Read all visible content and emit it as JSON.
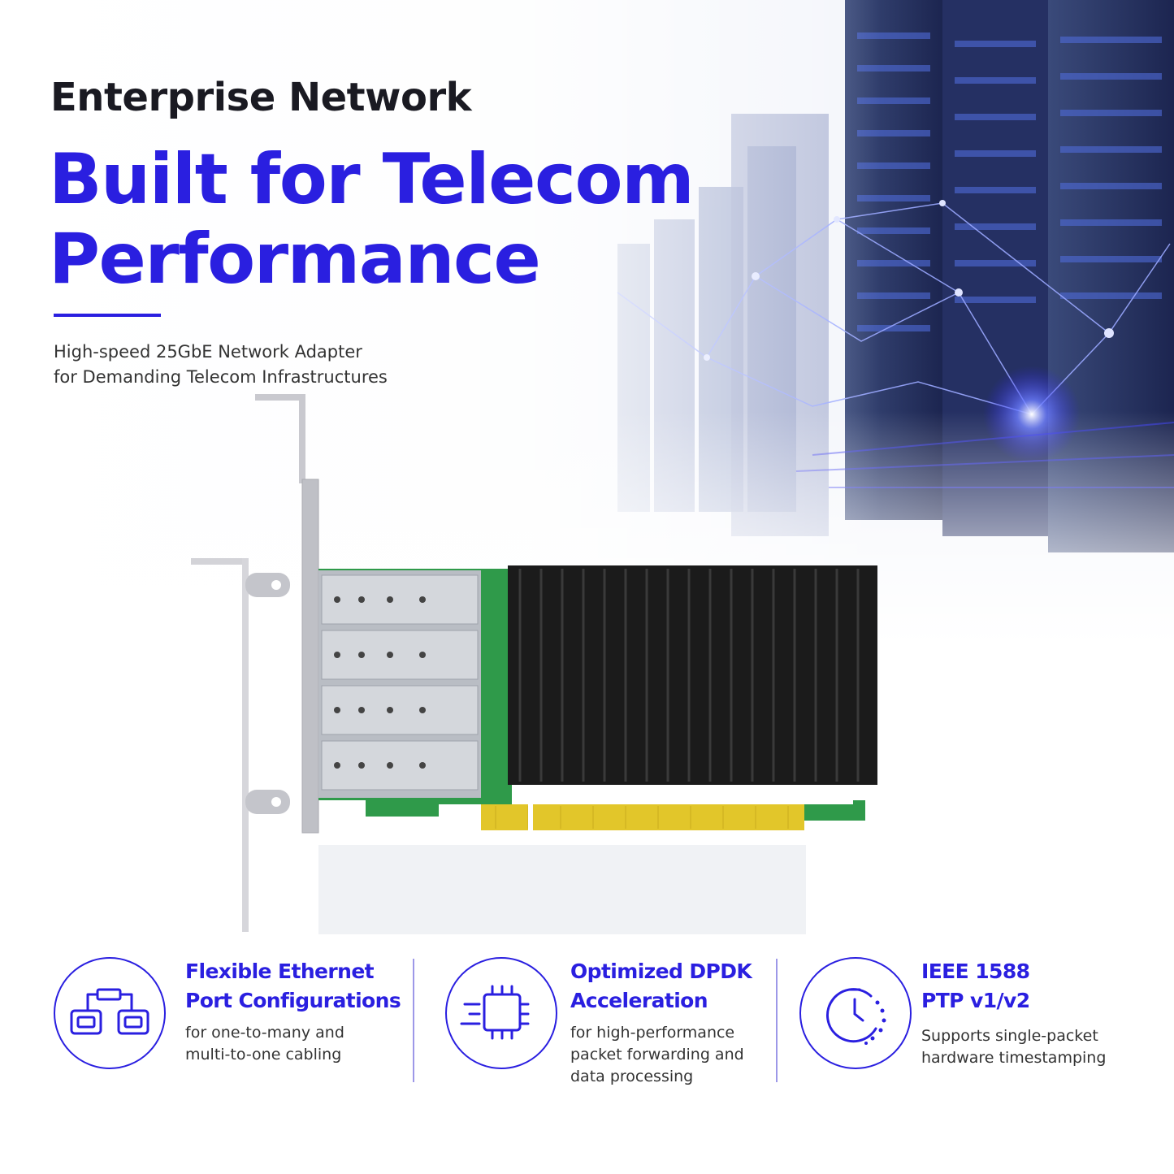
{
  "hero": {
    "kicker": "Enterprise Network",
    "headline_line1": "Built for Telecom",
    "headline_line2": "Performance",
    "subtitle_line1": "High-speed 25GbE Network Adapter",
    "subtitle_line2": "for Demanding Telecom Infrastructures"
  },
  "features": [
    {
      "icon": "ethernet-ports-icon",
      "title_line1": "Flexible Ethernet",
      "title_line2": "Port Configurations",
      "desc_line1": "for one-to-many and",
      "desc_line2": "multi-to-one cabling",
      "desc_line3": ""
    },
    {
      "icon": "processor-chip-icon",
      "title_line1": "Optimized DPDK",
      "title_line2": "Acceleration",
      "desc_line1": "for high-performance",
      "desc_line2": "packet forwarding and",
      "desc_line3": "data processing"
    },
    {
      "icon": "clock-icon",
      "title_line1": "IEEE 1588",
      "title_line2": "PTP v1/v2",
      "desc_line1": "Supports single-packet",
      "desc_line2": "hardware timestamping",
      "desc_line3": ""
    }
  ],
  "colors": {
    "accent": "#2a1fe0",
    "heading_dark": "#1a1a22",
    "heatsink": "#1b1b1b",
    "pcb_green": "#2f9a4a",
    "gold_contacts": "#e2c62a"
  }
}
